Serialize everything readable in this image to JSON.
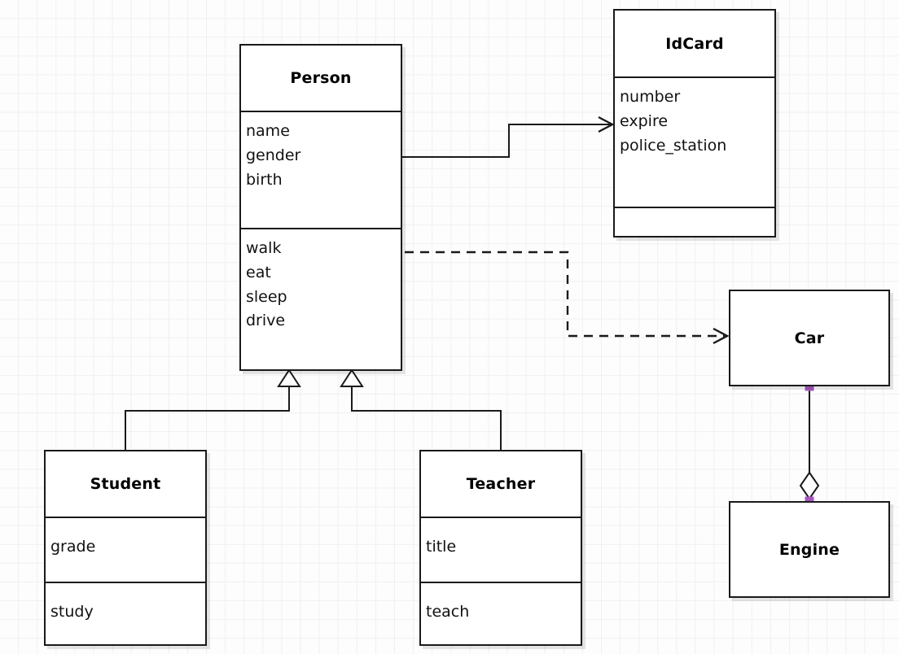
{
  "diagram": {
    "kind": "uml-class-diagram",
    "background_color": "#fdfdfd",
    "grid_color": "#f0f0f0",
    "line_color": "#1a1a1a",
    "selection_handle_color": "#a855c0"
  },
  "classes": {
    "person": {
      "name": "Person",
      "attributes": [
        "name",
        "gender",
        "birth"
      ],
      "operations": [
        "walk",
        "eat",
        "sleep",
        "drive"
      ]
    },
    "idcard": {
      "name": "IdCard",
      "attributes": [
        "number",
        "expire",
        "police_station"
      ],
      "operations": []
    },
    "student": {
      "name": "Student",
      "attributes": [
        "grade"
      ],
      "operations": [
        "study"
      ]
    },
    "teacher": {
      "name": "Teacher",
      "attributes": [
        "title"
      ],
      "operations": [
        "teach"
      ]
    },
    "car": {
      "name": "Car",
      "attributes": [],
      "operations": []
    },
    "engine": {
      "name": "Engine",
      "attributes": [],
      "operations": []
    }
  },
  "relationships": [
    {
      "id": "person-idcard",
      "type": "association",
      "style": "solid",
      "arrowhead": "open",
      "source": "Person",
      "target": "IdCard"
    },
    {
      "id": "person-car",
      "type": "dependency",
      "style": "dashed",
      "arrowhead": "open",
      "source": "Person",
      "target": "Car"
    },
    {
      "id": "student-person",
      "type": "generalization",
      "style": "solid",
      "arrowhead": "hollow-triangle",
      "source": "Student",
      "target": "Person"
    },
    {
      "id": "teacher-person",
      "type": "generalization",
      "style": "solid",
      "arrowhead": "hollow-triangle",
      "source": "Teacher",
      "target": "Person"
    },
    {
      "id": "car-engine",
      "type": "aggregation",
      "style": "solid",
      "arrowhead": "hollow-diamond",
      "source": "Car",
      "target": "Engine",
      "selected": true
    }
  ]
}
